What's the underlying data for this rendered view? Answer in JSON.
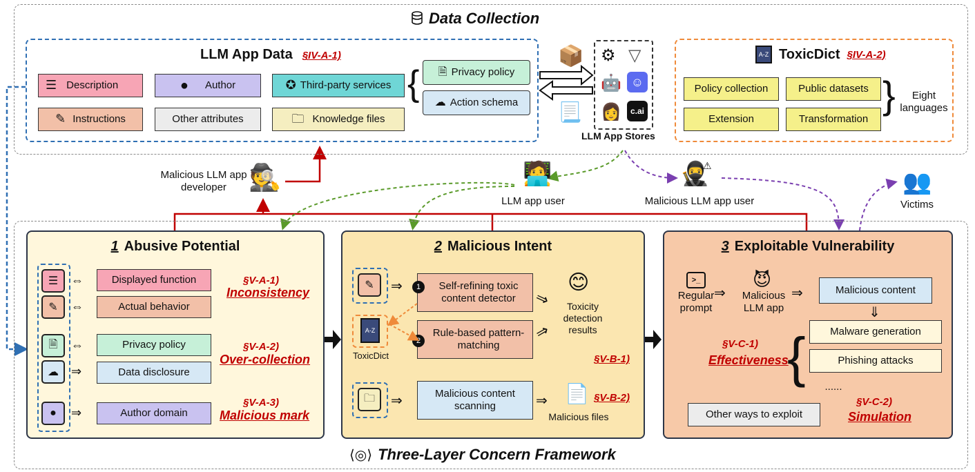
{
  "data_collection": {
    "title": "Data Collection",
    "app_data": {
      "title": "LLM App Data",
      "ref": "§IV-A-1)",
      "items": {
        "description": "Description",
        "author": "Author",
        "third_party": "Third-party services",
        "instructions": "Instructions",
        "other_attributes": "Other attributes",
        "knowledge_files": "Knowledge files",
        "privacy_policy": "Privacy policy",
        "action_schema": "Action schema"
      }
    },
    "stores_label": "LLM App Stores",
    "store_icons": [
      "chatgpt-icon",
      "poe-icon",
      "coze-icon",
      "ghost-icon",
      "character-icon",
      "cai-icon"
    ],
    "cai_text": "c.ai",
    "toxicdict": {
      "title": "ToxicDict",
      "ref": "§IV-A-2)",
      "items": {
        "policy_collection": "Policy collection",
        "public_datasets": "Public datasets",
        "extension": "Extension",
        "transformation": "Transformation"
      },
      "languages": "Eight languages"
    }
  },
  "actors": {
    "malicious_developer": "Malicious  LLM app developer",
    "user": "LLM app user",
    "malicious_user": "Malicious  LLM app user",
    "victims": "Victims"
  },
  "layers": {
    "abusive": {
      "num": "1",
      "title": "Abusive Potential",
      "rows": {
        "displayed_function": "Displayed function",
        "actual_behavior": "Actual behavior",
        "privacy_policy": "Privacy policy",
        "data_disclosure": "Data disclosure",
        "author_domain": "Author domain"
      },
      "refs": {
        "r1": "§V-A-1)",
        "r1_name": "Inconsistency",
        "r2": "§V-A-2)",
        "r2_name": "Over-collection",
        "r3": "§V-A-3)",
        "r3_name": "Malicious mark"
      }
    },
    "malicious": {
      "num": "2",
      "title": "Malicious Intent",
      "detector": "Self-refining toxic content detector",
      "rule_based": "Rule-based pattern-matching",
      "toxicdict_label": "ToxicDict",
      "results": "Toxicity detection results",
      "ref_b1": "§V-B-1)",
      "scanning": "Malicious content scanning",
      "malicious_files": "Malicious files",
      "ref_b2": "§V-B-2)",
      "badge1": "1",
      "badge2": "2"
    },
    "exploitable": {
      "num": "3",
      "title": "Exploitable Vulnerability",
      "regular_prompt": "Regular prompt",
      "malicious_app": "Malicious LLM app",
      "malicious_content": "Malicious content",
      "malware": "Malware generation",
      "phishing": "Phishing attacks",
      "ellipsis": "......",
      "ref_c1": "§V-C-1)",
      "ref_c1_name": "Effectiveness",
      "other_ways": "Other ways to exploit",
      "ref_c2": "§V-C-2)",
      "ref_c2_name": "Simulation"
    }
  },
  "framework_title": "Three-Layer Concern Framework",
  "colors": {
    "pink": "#f7a5b5",
    "lavender": "#c9c2f0",
    "teal": "#6fd6d6",
    "mint": "#c6f0d8",
    "lightblue": "#d6e8f5",
    "peach": "#f2c0a8",
    "gray": "#ececec",
    "cream": "#f5eec0",
    "yellow": "#f5f08a",
    "layer1": "#fff7dc",
    "layer2": "#fbe6b0",
    "layer3": "#f7c9a8",
    "blue_dash": "#2f6fb3",
    "orange_dash": "#ef8a3a",
    "red": "#c00000",
    "green_dash": "#5a9a2a",
    "purple_dash": "#7a3fb0"
  }
}
